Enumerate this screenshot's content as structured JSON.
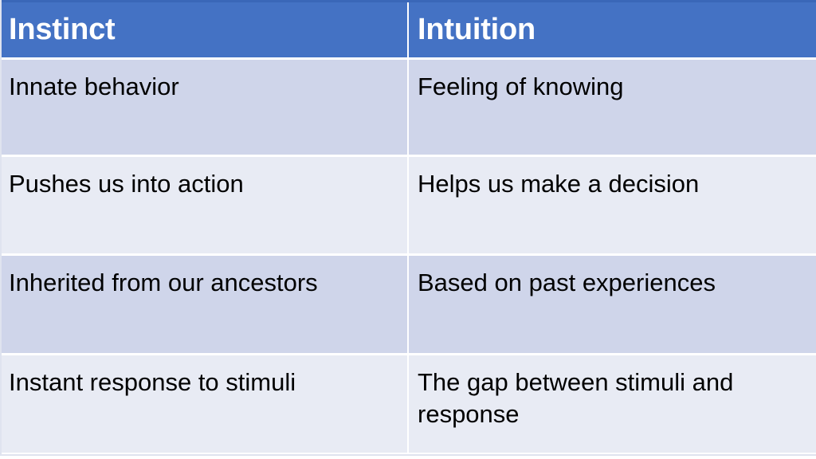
{
  "table": {
    "columns": [
      {
        "header": "Instinct"
      },
      {
        "header": "Intuition"
      }
    ],
    "rows": [
      {
        "left": "Innate behavior",
        "right": "Feeling of knowing"
      },
      {
        "left": "Pushes us into action",
        "right": "Helps us make a decision"
      },
      {
        "left": "Inherited from our ancestors",
        "right": "Based on past experiences"
      },
      {
        "left": "Instant response to stimuli",
        "right": "The gap between stimuli and response"
      }
    ]
  },
  "colors": {
    "header_background": "#4472C4",
    "header_text": "#FFFFFF",
    "row_band_dark": "#CFD5EA",
    "row_band_light": "#E8EBF4",
    "body_text": "#000000",
    "separator": "#FFFFFF"
  }
}
